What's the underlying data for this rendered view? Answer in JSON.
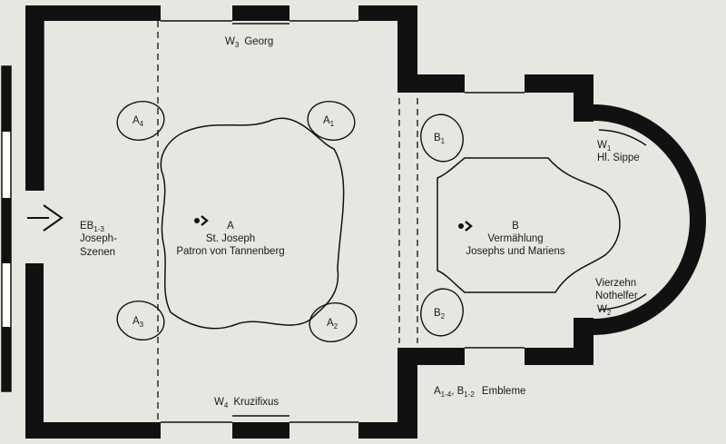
{
  "labels": {
    "w3": {
      "main": "W",
      "sub": "3",
      "name": "Georg"
    },
    "w4": {
      "main": "W",
      "sub": "4",
      "name": "Kruzifixus"
    },
    "w1": {
      "main": "W",
      "sub": "1",
      "name": "Hl. Sippe"
    },
    "w2": {
      "main": "W",
      "sub": "2"
    },
    "vierzehn": [
      "Vierzehn",
      "Nothelfer"
    ],
    "eb": {
      "main": "EB",
      "sub": "1-3",
      "line2": "Joseph-",
      "line3": "Szenen"
    },
    "a": {
      "letter": "A",
      "line1": "St. Joseph",
      "line2": "Patron von Tannenberg"
    },
    "b": {
      "letter": "B",
      "line1": "Vermählung",
      "line2": "Josephs und Mariens"
    },
    "a1": {
      "main": "A",
      "sub": "1"
    },
    "a2": {
      "main": "A",
      "sub": "2"
    },
    "a3": {
      "main": "A",
      "sub": "3"
    },
    "a4": {
      "main": "A",
      "sub": "4"
    },
    "b1": {
      "main": "B",
      "sub": "1"
    },
    "b2": {
      "main": "B",
      "sub": "2"
    },
    "embleme": {
      "a": "A",
      "a_sub": "1-4",
      "b": ", B",
      "b_sub": "1-2",
      "name": "Embleme"
    }
  }
}
